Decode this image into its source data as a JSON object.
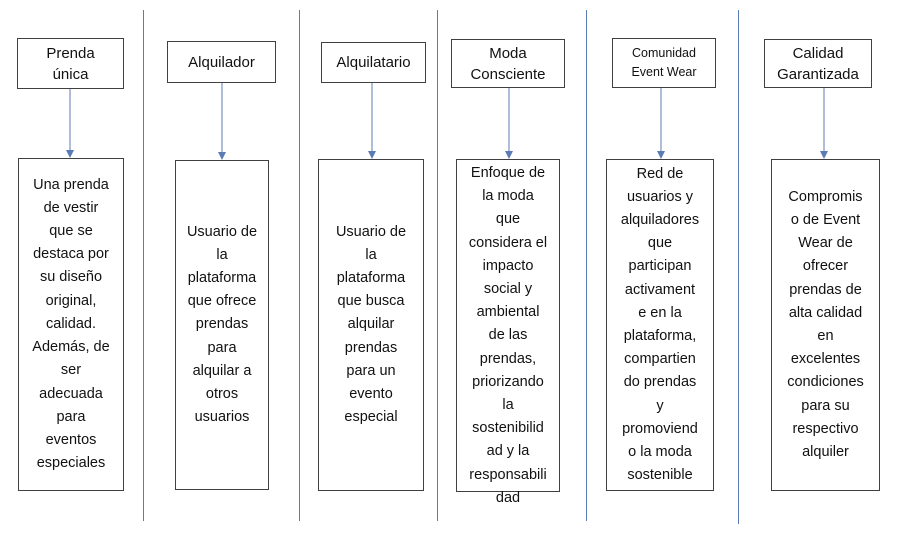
{
  "columns": [
    {
      "term": "Prenda\núnica",
      "description": "Una prenda\nde vestir\nque  se\ndestaca por\nsu diseño\noriginal,\ncalidad.\nAdemás, de\nser\nadecuada\npara\neventos\nespeciales"
    },
    {
      "term": "Alquilador",
      "description": "Usuario de\nla\nplataforma\nque ofrece\nprendas\npara\nalquilar a\notros\nusuarios"
    },
    {
      "term": "Alquilatario",
      "description": "Usuario de\nla\nplataforma\nque busca\nalquilar\nprendas\npara un\nevento\nespecial"
    },
    {
      "term": "Moda\nConsciente",
      "description": "Enfoque de\nla moda\nque\nconsidera el\nimpacto\nsocial y\nambiental\nde las\nprendas,\npriorizando\nla\nsostenibilid\nad y la\nresponsabili\ndad"
    },
    {
      "term": "Comunidad\nEvent Wear",
      "description": "Red de\nusuarios y\nalquiladores\nque\nparticipan\nactivament\ne en la\nplataforma,\ncompartien\ndo prendas\ny\npromoviend\no la moda\nsostenible"
    },
    {
      "term": "Calidad\nGarantizada",
      "description": "Compromis\no de Event\nWear de\nofrecer\nprendas de\nalta calidad\nen\nexcelentes\ncondiciones\npara su\nrespectivo\nalquiler"
    }
  ],
  "colors": {
    "separator": "#5b7bb5",
    "arrow": "#5b7bb5",
    "border": "#404040"
  }
}
